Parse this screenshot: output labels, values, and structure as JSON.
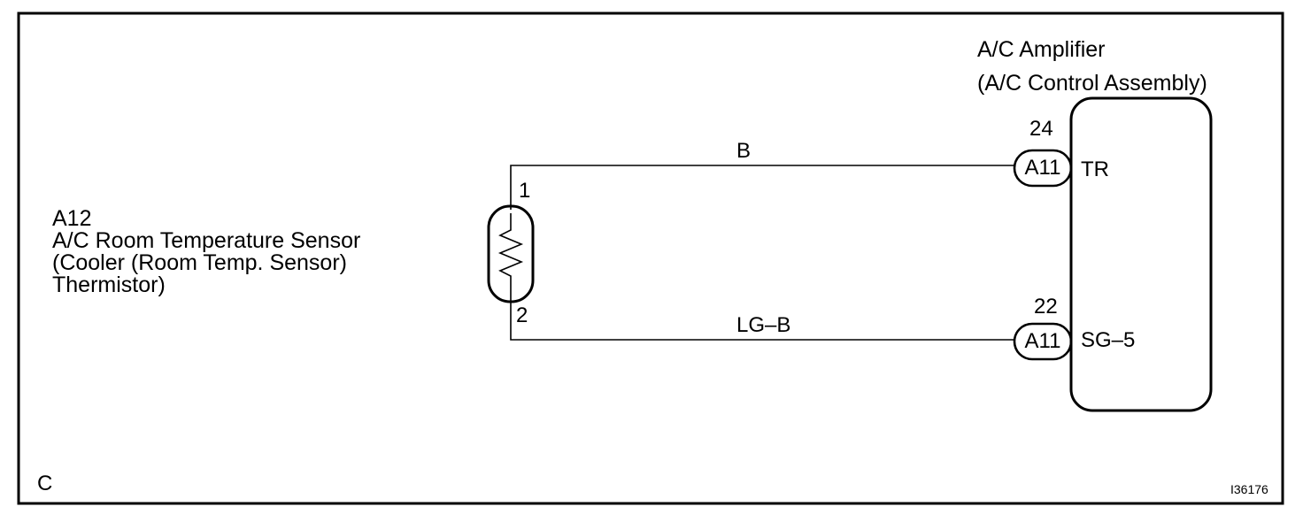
{
  "frame_letter": "C",
  "figure_id": "I36176",
  "sensor": {
    "code": "A12",
    "name_lines": [
      "A/C Room Temperature Sensor",
      "(Cooler (Room Temp. Sensor)",
      "Thermistor)"
    ],
    "pin_top": "1",
    "pin_bottom": "2"
  },
  "amplifier": {
    "name_lines": [
      "A/C Amplifier",
      "(A/C Control Assembly)"
    ]
  },
  "wires": [
    {
      "color_code": "B",
      "connector": "A11",
      "pin": "24",
      "terminal": "TR"
    },
    {
      "color_code": "LG–B",
      "connector": "A11",
      "pin": "22",
      "terminal": "SG–5"
    }
  ]
}
